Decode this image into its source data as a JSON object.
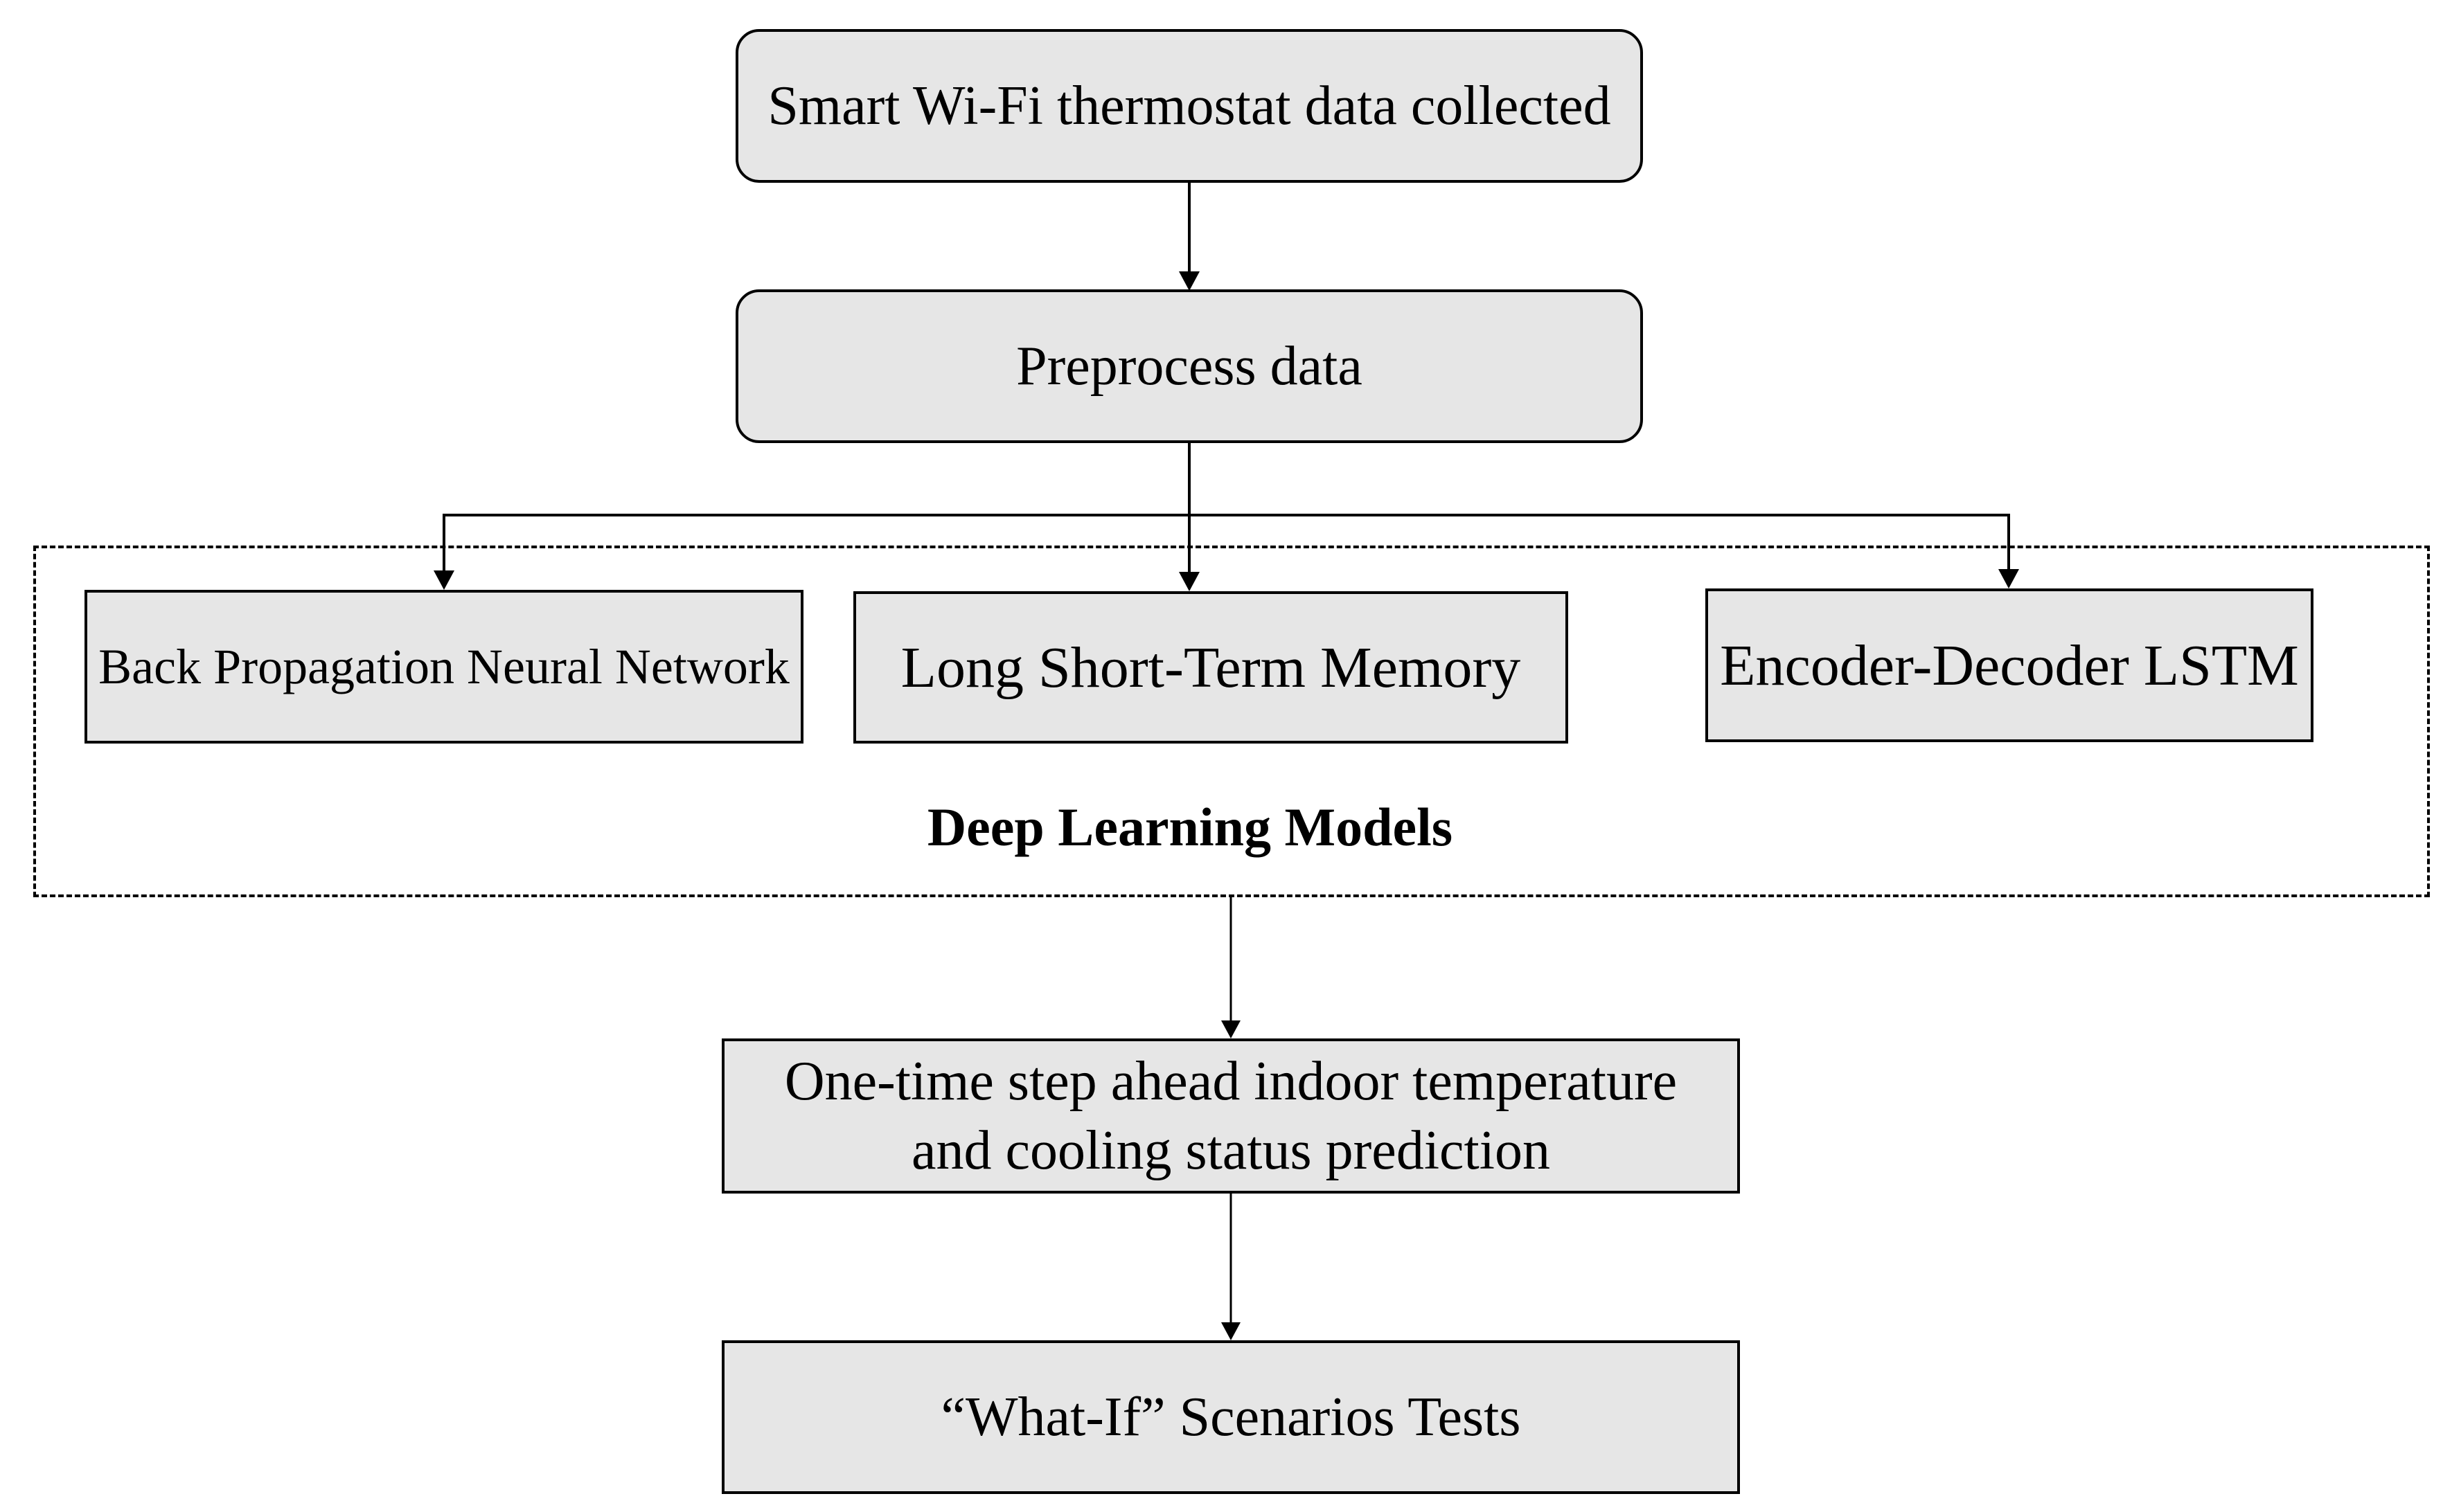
{
  "diagram": {
    "nodes": {
      "collect": "Smart Wi-Fi thermostat data collected",
      "preprocess": "Preprocess data",
      "bpnn": "Back Propagation Neural Network",
      "lstm": "Long Short-Term Memory",
      "ed_lstm": "Encoder-Decoder LSTM",
      "predict_line1": "One-time step ahead indoor temperature",
      "predict_line2": "and cooling status prediction",
      "whatif": "“What-If” Scenarios Tests"
    },
    "group": {
      "label": "Deep Learning Models"
    },
    "edges": [
      {
        "from": "collect",
        "to": "preprocess"
      },
      {
        "from": "preprocess",
        "to": "bpnn"
      },
      {
        "from": "preprocess",
        "to": "lstm"
      },
      {
        "from": "preprocess",
        "to": "ed_lstm"
      },
      {
        "from": "deep_learning_models",
        "to": "predict"
      },
      {
        "from": "predict",
        "to": "whatif"
      }
    ],
    "colors": {
      "node_fill": "#e6e6e6",
      "stroke": "#000000",
      "background": "#ffffff"
    }
  }
}
